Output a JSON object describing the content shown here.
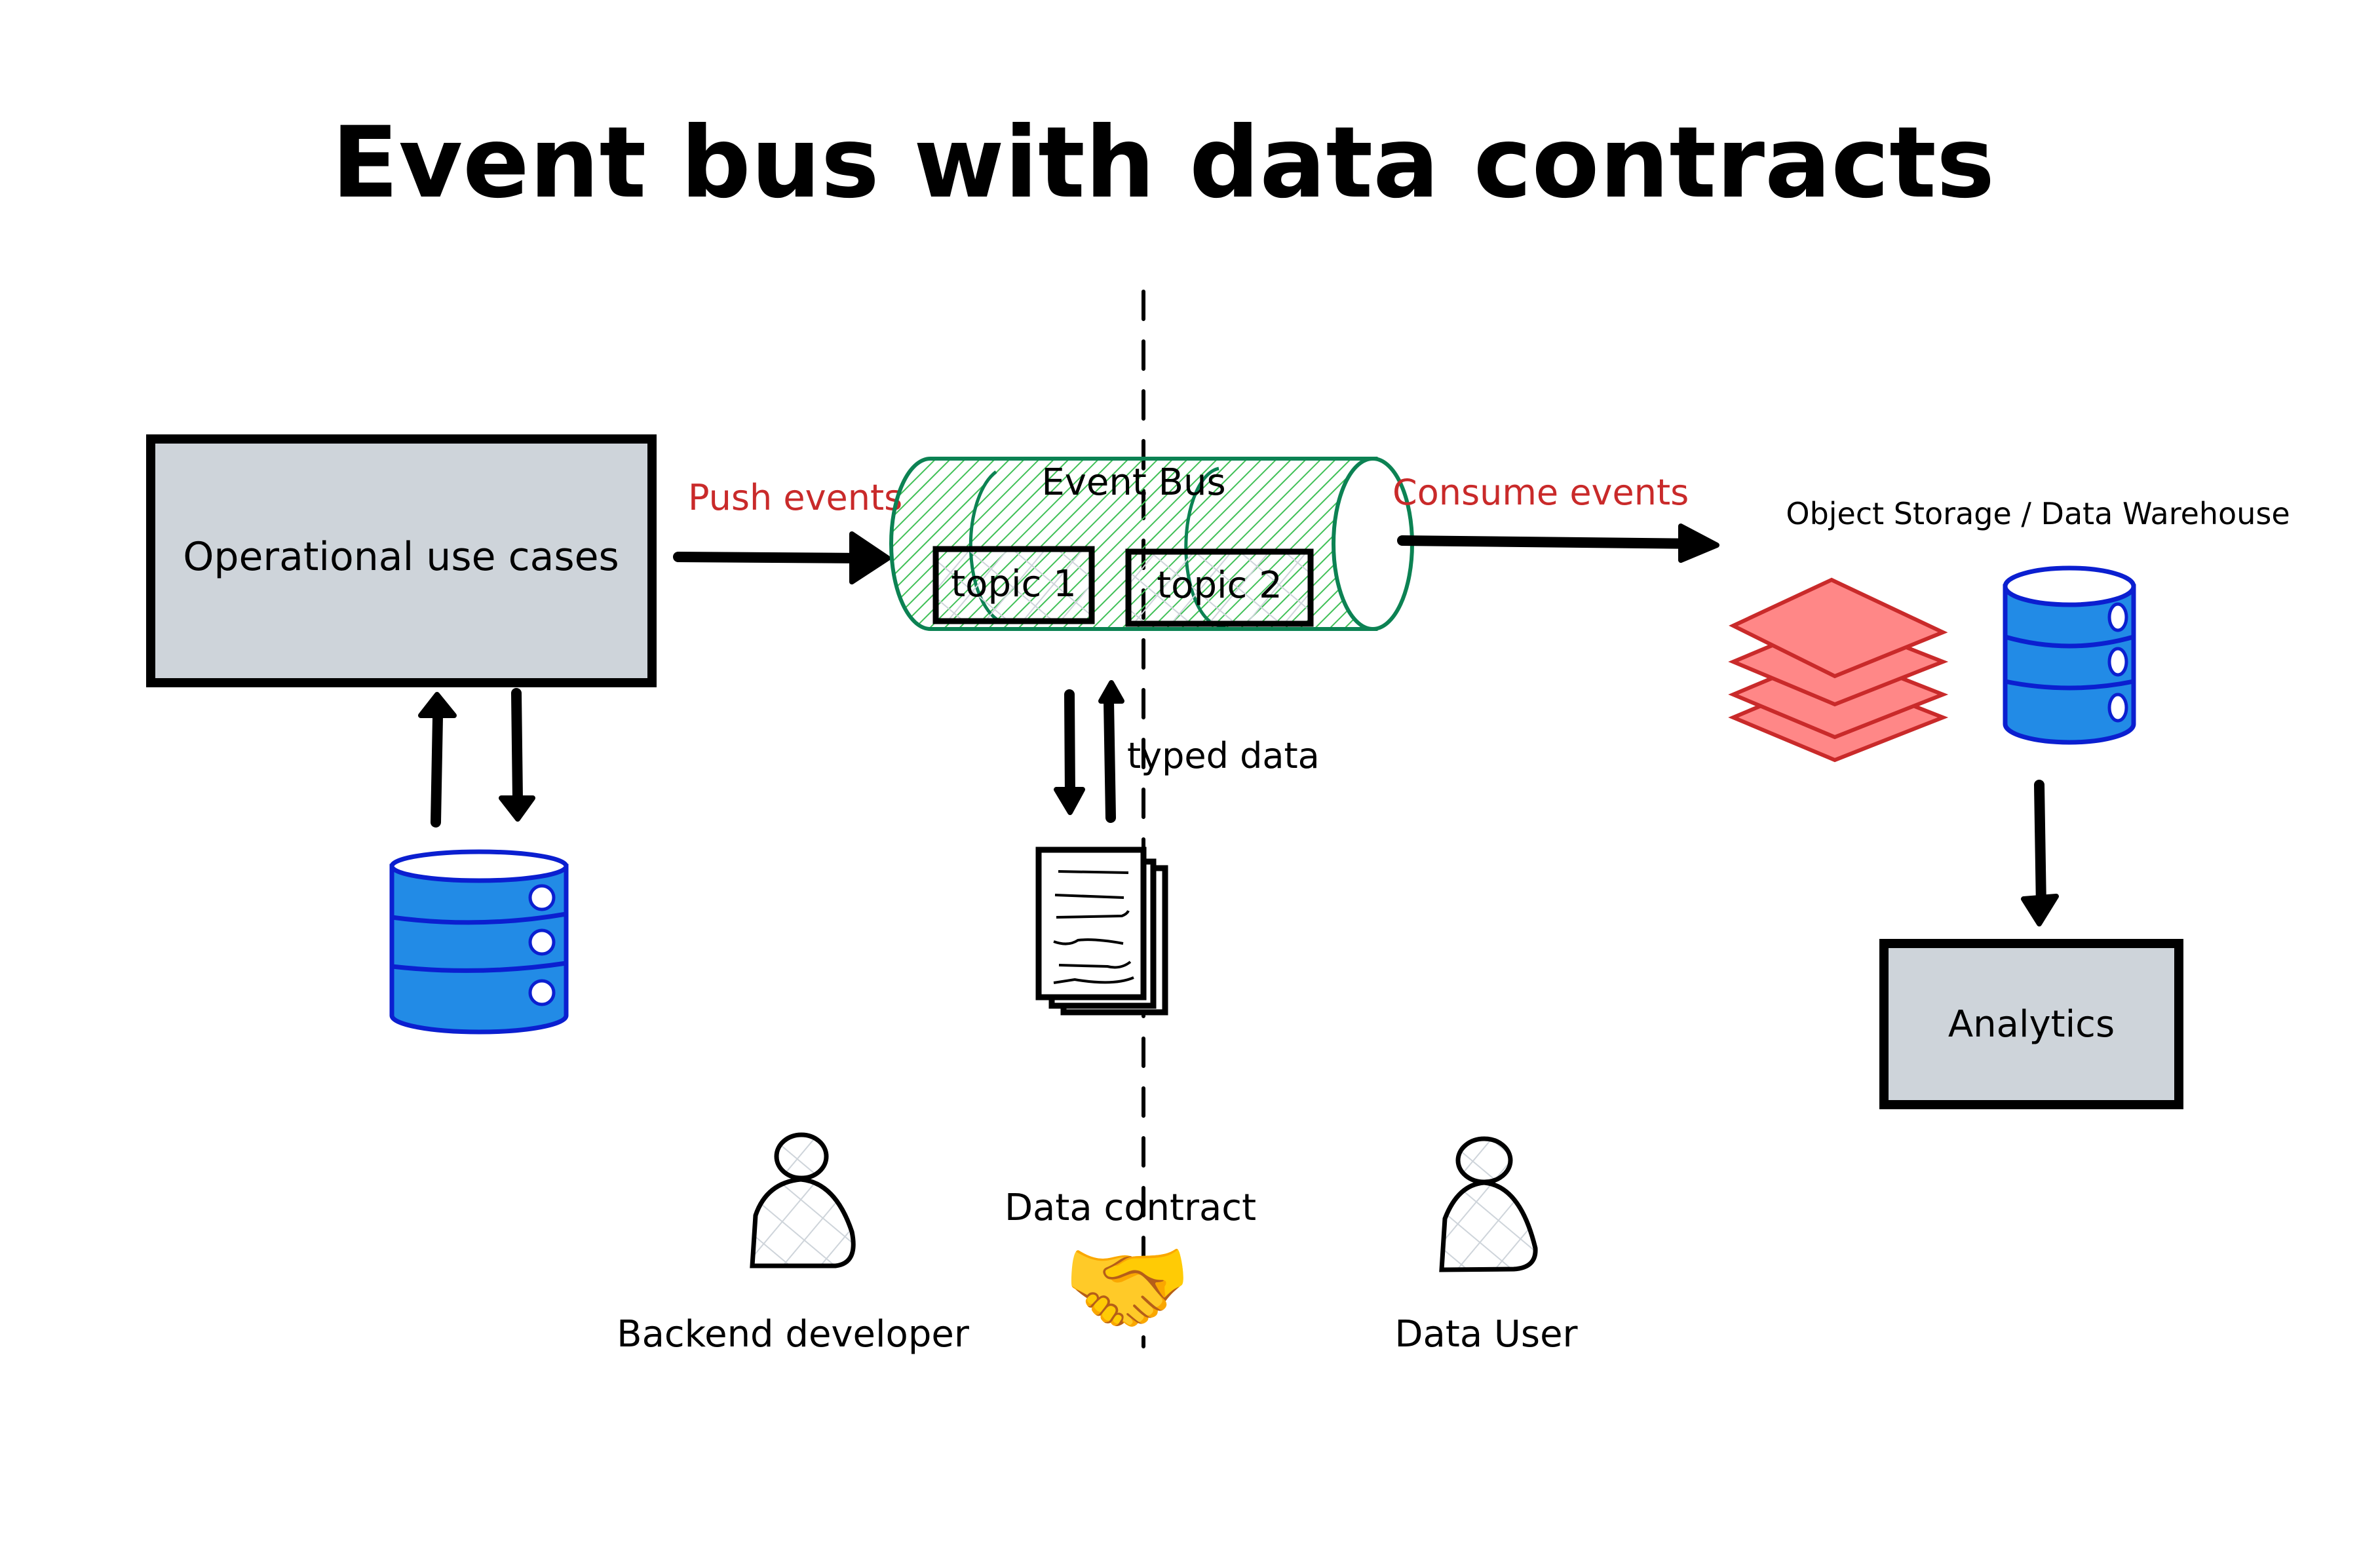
{
  "title": "Event bus with data contracts",
  "colors": {
    "box_fill": "#ced4da",
    "bus_stroke": "#0c8253",
    "bus_hatch": "#40c057",
    "edge_label": "#c92a2a",
    "db_fill": "#228be6",
    "db_stroke": "#0b1fd0",
    "layers_fill": "#ff8787",
    "layers_stroke": "#c92a2a",
    "person_hatch": "#ced4da"
  },
  "nodes": {
    "operational": {
      "label": "Operational use cases"
    },
    "event_bus": {
      "label": "Event Bus",
      "topics": [
        "topic 1",
        "topic 2"
      ]
    },
    "storage": {
      "label": "Object Storage / Data Warehouse"
    },
    "analytics": {
      "label": "Analytics"
    },
    "data_contract": {
      "label": "Data contract"
    },
    "backend_developer": {
      "label": "Backend developer"
    },
    "data_user": {
      "label": "Data User"
    },
    "handshake": {
      "emoji": "🤝"
    }
  },
  "edges": {
    "push": {
      "label": "Push events"
    },
    "consume": {
      "label": "Consume events"
    },
    "typed": {
      "label": "typed data"
    }
  }
}
